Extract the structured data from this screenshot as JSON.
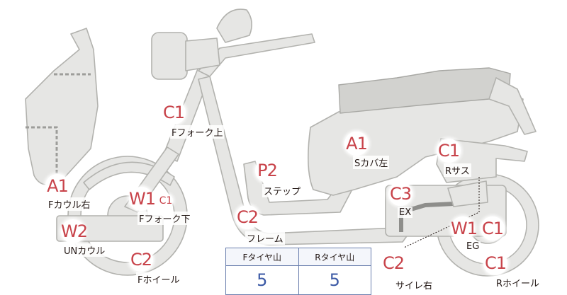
{
  "parts": [
    {
      "code": "C1",
      "label": "Fフォーク上"
    },
    {
      "code": "A1",
      "label": "Sカバ左"
    },
    {
      "code": "C1",
      "label": "Rサス"
    },
    {
      "code": "P2",
      "label": "ステップ"
    },
    {
      "code": "C3",
      "label": "EX"
    },
    {
      "code": "A1",
      "label": "Fカウル右"
    },
    {
      "code": "W1",
      "label": "Fフォーク下",
      "extra_code": "C1"
    },
    {
      "code": "C2",
      "label": "フレーム"
    },
    {
      "code": "W2",
      "label": "UNカウル"
    },
    {
      "code": "W1",
      "label": "EG",
      "extra_code": "C1"
    },
    {
      "code": "C2",
      "label": "Fホイール"
    },
    {
      "code": "C2",
      "label": "サイレ右"
    },
    {
      "code": "C1",
      "label": "Rホイール"
    }
  ],
  "tires": {
    "front_header": "Fタイヤ山",
    "rear_header": "Rタイヤ山",
    "front_value": "5",
    "rear_value": "5"
  },
  "colors": {
    "code_text": "#c8434a",
    "tire_value": "#3c5aa6",
    "body_fill": "#e6e6e4",
    "outline": "#b2b2ae"
  }
}
